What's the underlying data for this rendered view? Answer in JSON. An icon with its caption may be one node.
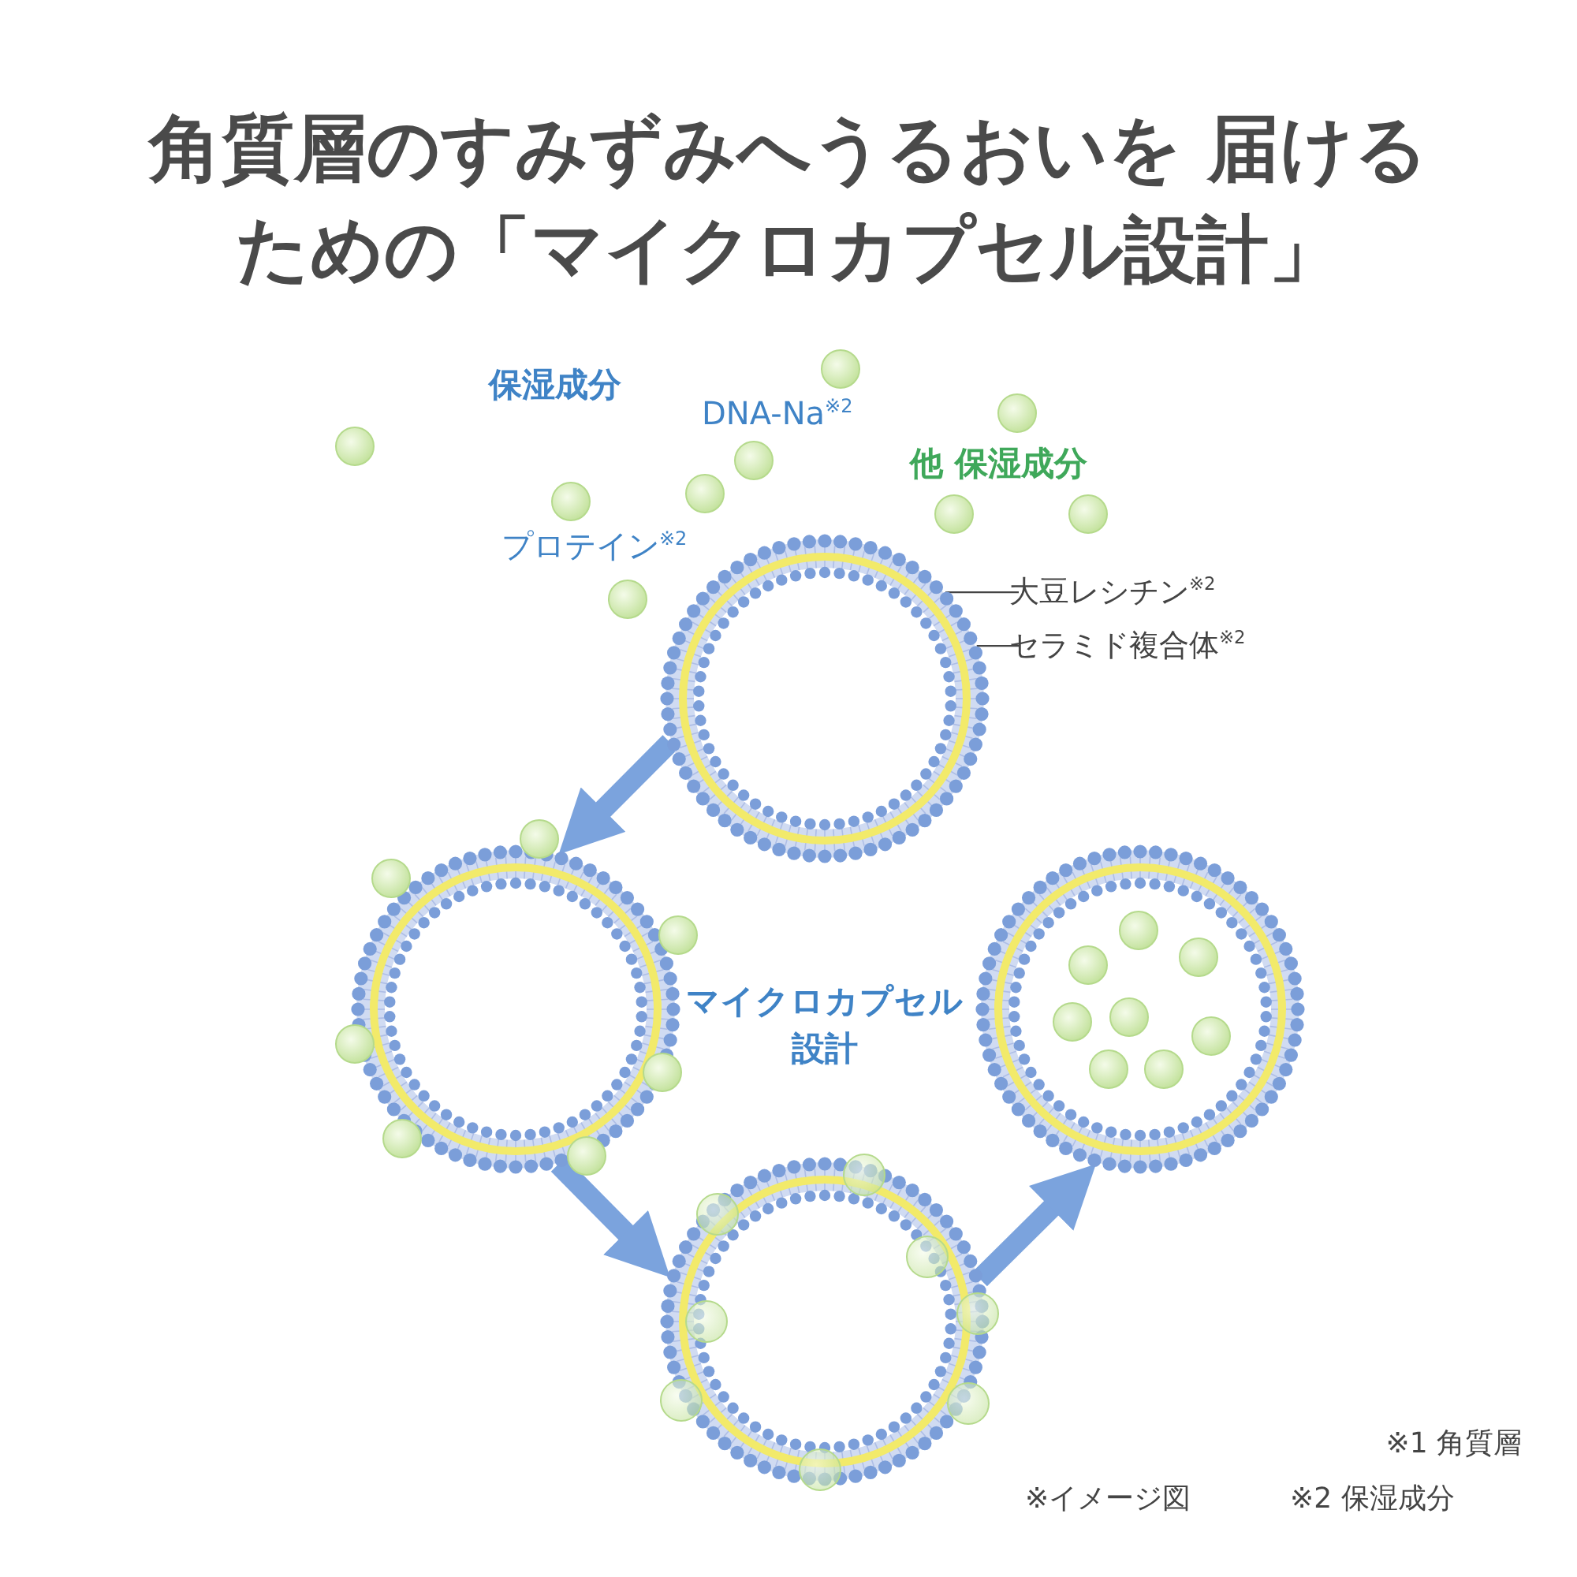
{
  "diagram": {
    "title": "角質層のすみずみへうるおいを 届けるための「マイクロカプセル設計」",
    "nodes": [
      {
        "text": [],
        "shape": "circle"
      },
      {
        "text": [],
        "shape": "circle"
      },
      {
        "text": [],
        "shape": "circle"
      },
      {
        "text": [],
        "shape": "circle"
      },
      {
        "text": [
          "大豆レシチン$^{※2}$"
        ]
      },
      {
        "text": [
          "セラミド複合体$^{※2}$"
        ]
      }
    ],
    "edges": [
      {
        "from": 0,
        "to": 1,
        "arrow": "to"
      },
      {
        "from": 1,
        "to": 2,
        "arrow": "to"
      },
      {
        "from": 2,
        "to": 3,
        "arrow": "to"
      },
      {
        "from": 4,
        "to": 0,
        "arrow": "none",
        "color": "#444444"
      },
      {
        "from": 5,
        "to": 0,
        "arrow": "none",
        "color": "#444444"
      }
    ],
    "labels": [
      "保湿成分",
      "DNA-Na$^{※2}$",
      "プロテイン$^{※2}$",
      "他 保湿成分",
      "マイクロカプセル設計",
      "※1 角質層",
      "※イメージ図",
      "※2 保湿成分"
    ]
  }
}
